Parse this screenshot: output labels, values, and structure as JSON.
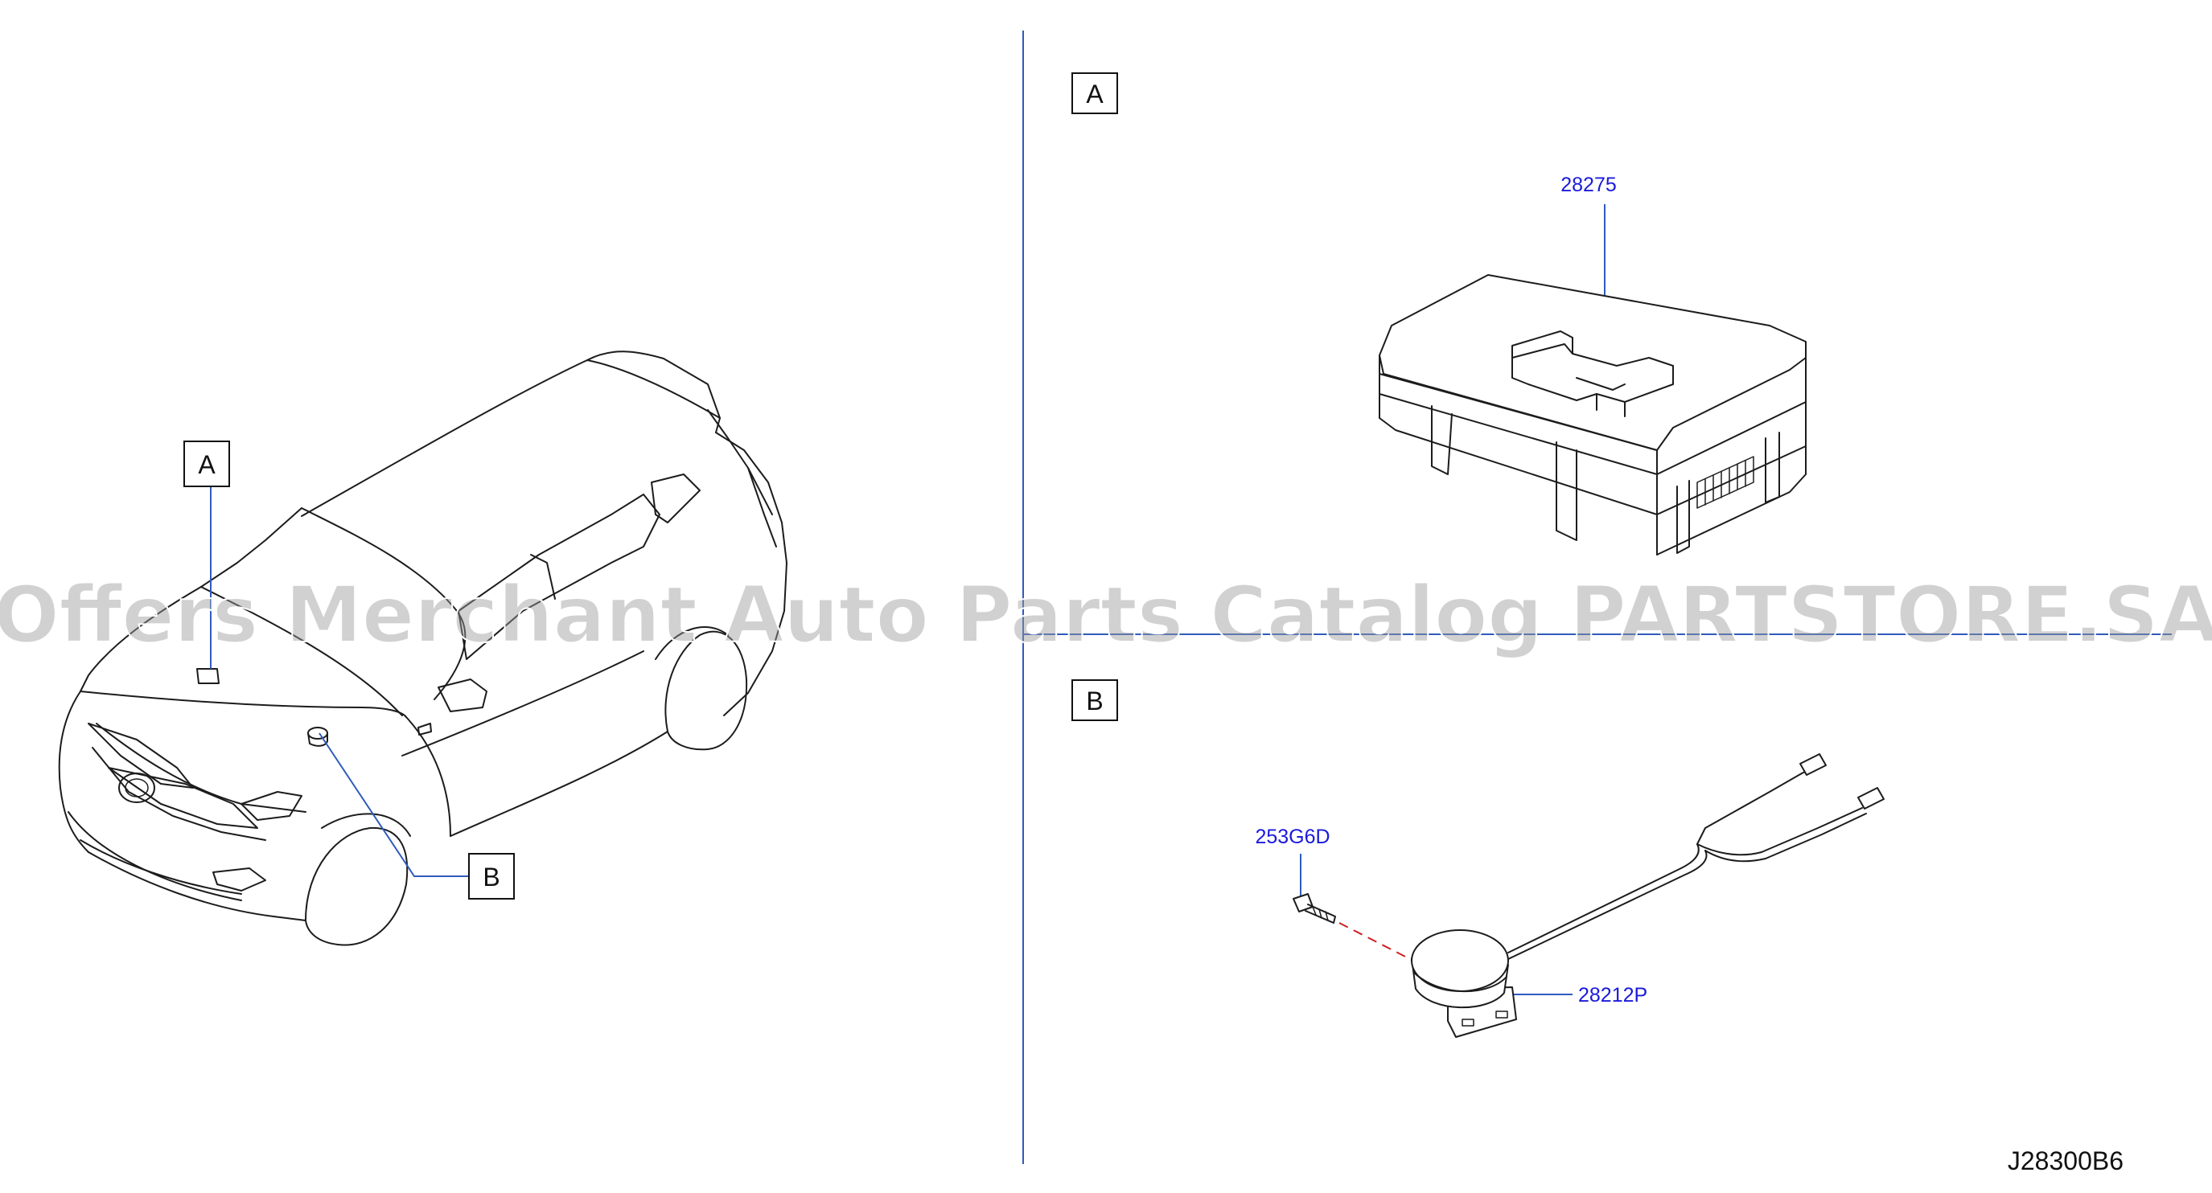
{
  "section_refs": {
    "a": "A",
    "b": "B"
  },
  "parts": [
    {
      "part_number": "28275",
      "item": "control-unit"
    },
    {
      "part_number": "253G6D",
      "item": "screw"
    },
    {
      "part_number": "28212P",
      "item": "antenna"
    }
  ],
  "diagram_code": "J28300B6",
  "watermark": "Offers Merchant Auto Parts Catalog PARTSTORE.SA"
}
